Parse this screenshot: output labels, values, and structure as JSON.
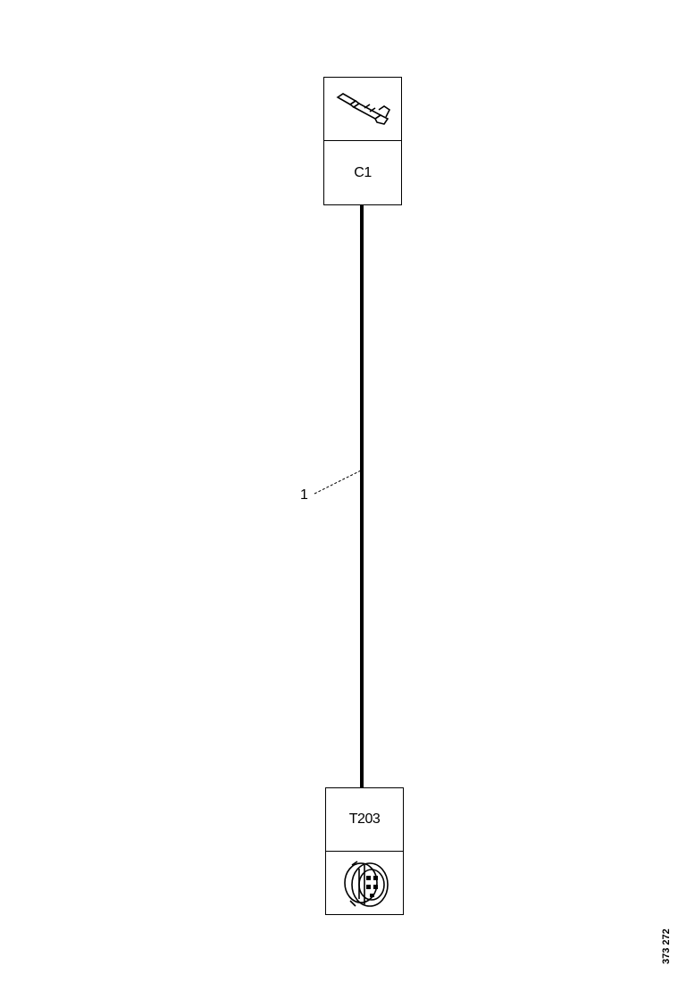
{
  "connectors": {
    "top": {
      "label": "C1",
      "icon": "crimp-terminal-icon"
    },
    "bottom": {
      "label": "T203",
      "icon": "round-plug-connector-icon"
    }
  },
  "wire": {
    "callout": "1"
  },
  "reference": {
    "code": "373 272"
  }
}
